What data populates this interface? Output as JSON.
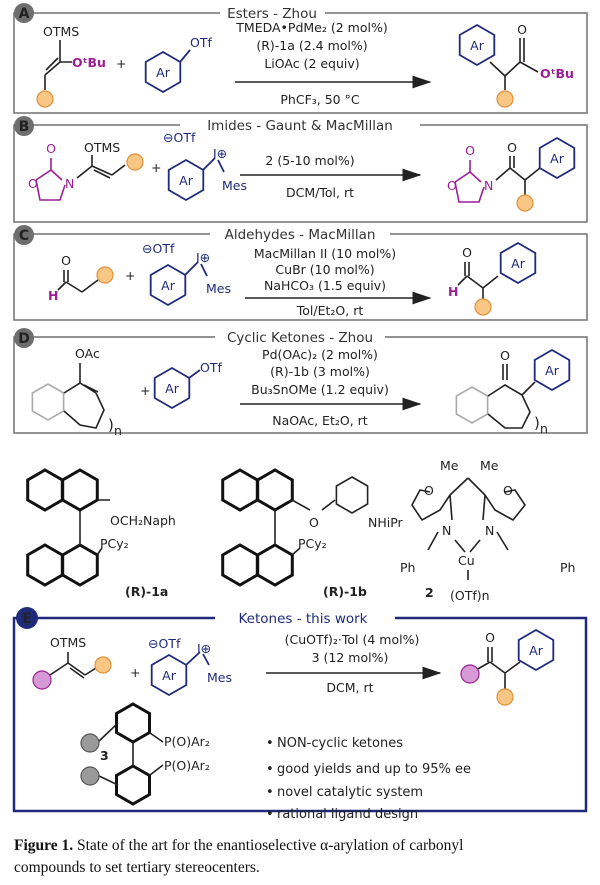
{
  "panels": {
    "A": {
      "label": "A",
      "title": "Esters - Zhou",
      "sm_otms": "OTMS",
      "sm_otbu": "OᵗBu",
      "plus": "+",
      "ar": "Ar",
      "otf": "OTf",
      "conditions": [
        "TMEDA•PdMe₂ (2 mol%)",
        "(R)-1a (2.4 mol%)",
        "LiOAc (2 equiv)"
      ],
      "below": "PhCF₃, 50 °C",
      "prod_o": "O",
      "prod_otbu": "OᵗBu"
    },
    "B": {
      "label": "B",
      "title": "Imides - Gaunt & MacMillan",
      "ring_o_top": "O",
      "ring_o": "O",
      "ring_n": "N",
      "sm_otms": "OTMS",
      "plus": "+",
      "otf": "⊖OTf",
      "iodine": "I⊕",
      "mes": "Mes",
      "ar": "Ar",
      "conditions": [
        "2 (5-10 mol%)"
      ],
      "below": "DCM/Tol, rt",
      "prod_co": "O"
    },
    "C": {
      "label": "C",
      "title": "Aldehydes - MacMillan",
      "o": "O",
      "h": "H",
      "plus": "+",
      "otf": "⊖OTf",
      "iodine": "I⊕",
      "mes": "Mes",
      "ar": "Ar",
      "conditions": [
        "MacMillan II (10 mol%)",
        "CuBr (10 mol%)",
        "NaHCO₃ (1.5 equiv)"
      ],
      "below": "Tol/Et₂O, rt"
    },
    "D": {
      "label": "D",
      "title": "Cyclic Ketones - Zhou",
      "oac": "OAc",
      "n": "n",
      "plus": "+",
      "ar": "Ar",
      "otf": "OTf",
      "conditions": [
        "Pd(OAc)₂ (2 mol%)",
        "(R)-1b (3 mol%)",
        "Bu₃SnOMe (1.2 equiv)"
      ],
      "below": "NaOAc, Et₂O, rt",
      "prod_o": "O"
    },
    "E": {
      "label": "E",
      "title": "Ketones - this work",
      "sm_otms": "OTMS",
      "plus": "+",
      "otf": "⊖OTf",
      "iodine": "I⊕",
      "mes": "Mes",
      "ar": "Ar",
      "conditions": [
        "(CuOTf)₂·Tol (4 mol%)",
        "3 (12 mol%)"
      ],
      "below": "DCM, rt",
      "prod_o": "O",
      "ligand_label": "3",
      "ligand_p1": "P(O)Ar₂",
      "ligand_p2": "P(O)Ar₂",
      "bullets": [
        "NON-cyclic ketones",
        "good yields and up to 95% ee",
        "novel catalytic system",
        "rational ligand design"
      ]
    }
  },
  "ligands": {
    "l1a": {
      "sub": "OCH₂Naph",
      "p": "PCy₂",
      "name": "(R)-1a"
    },
    "l1b": {
      "sub": "NHiPr",
      "o": "O",
      "p": "PCy₂",
      "name": "(R)-1b"
    },
    "l2": {
      "me1": "Me",
      "me2": "Me",
      "o1": "O",
      "o2": "O",
      "n1": "N",
      "n2": "N",
      "cu": "Cu",
      "ph1": "Ph",
      "ph2": "Ph",
      "name": "2",
      "otf": "(OTf)n"
    }
  },
  "caption": {
    "bold": "Figure 1.",
    "text": " State of the art for the enantioselective α-arylation of carbonyl",
    "line2": "compounds to set tertiary stereocenters."
  },
  "colors": {
    "navy": "#1f2a7a",
    "purple": "#9c1f95",
    "orange": "#f9c784",
    "grey": "#9a9a9a"
  }
}
